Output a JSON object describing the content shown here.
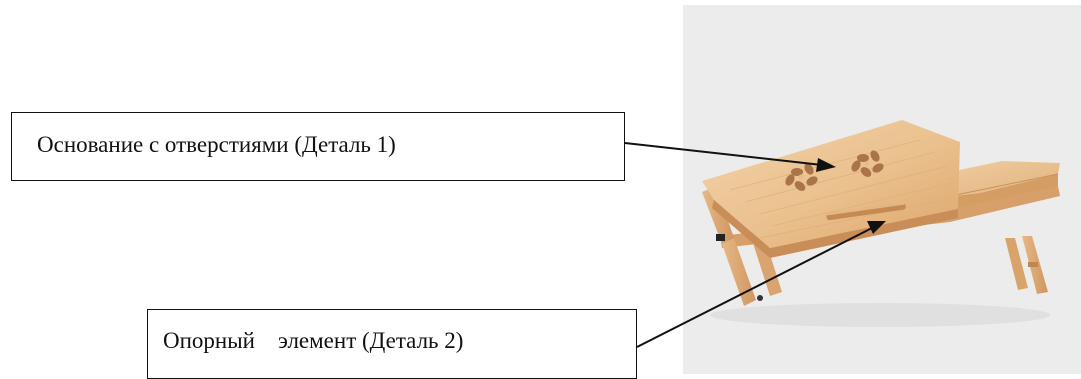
{
  "labels": {
    "base": "Основание с отверстиями (Деталь 1)",
    "support": "Опорный    элемент (Деталь 2)"
  },
  "colors": {
    "wood_light": "#eec79a",
    "wood_mid": "#e3b07a",
    "wood_dark": "#c98e57",
    "photo_background": "#ececec",
    "line": "#111111"
  },
  "image": {
    "subject": "bamboo laptop tray table",
    "features": [
      "tilting top panel with two flower-shaped vent holes",
      "flat side shelf",
      "folding legs",
      "support stick"
    ]
  }
}
